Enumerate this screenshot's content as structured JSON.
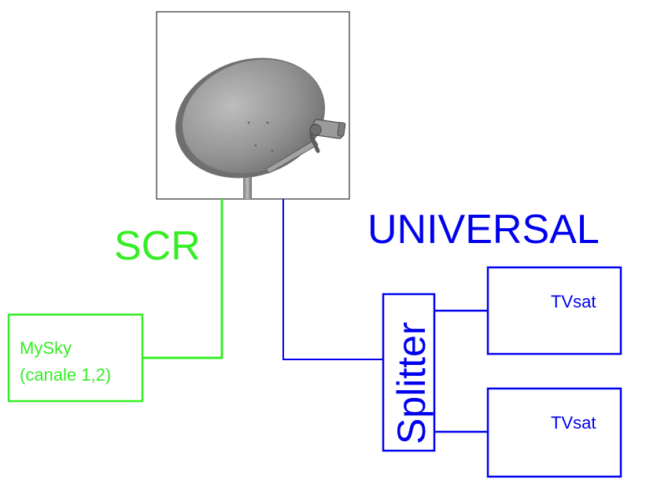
{
  "labels": {
    "scr": "SCR",
    "universal": "UNIVERSAL",
    "mysky_line1": "MySky",
    "mysky_line2": "(canale 1,2)",
    "splitter": "Splitter",
    "tvsat_top": "TVsat",
    "tvsat_bottom": "TVsat"
  },
  "colors": {
    "scr_green": "#33ee22",
    "universal_blue": "#0000ee",
    "dish_gray": "#8e8e8e"
  },
  "icons": {
    "dish": "satellite-dish-icon"
  }
}
